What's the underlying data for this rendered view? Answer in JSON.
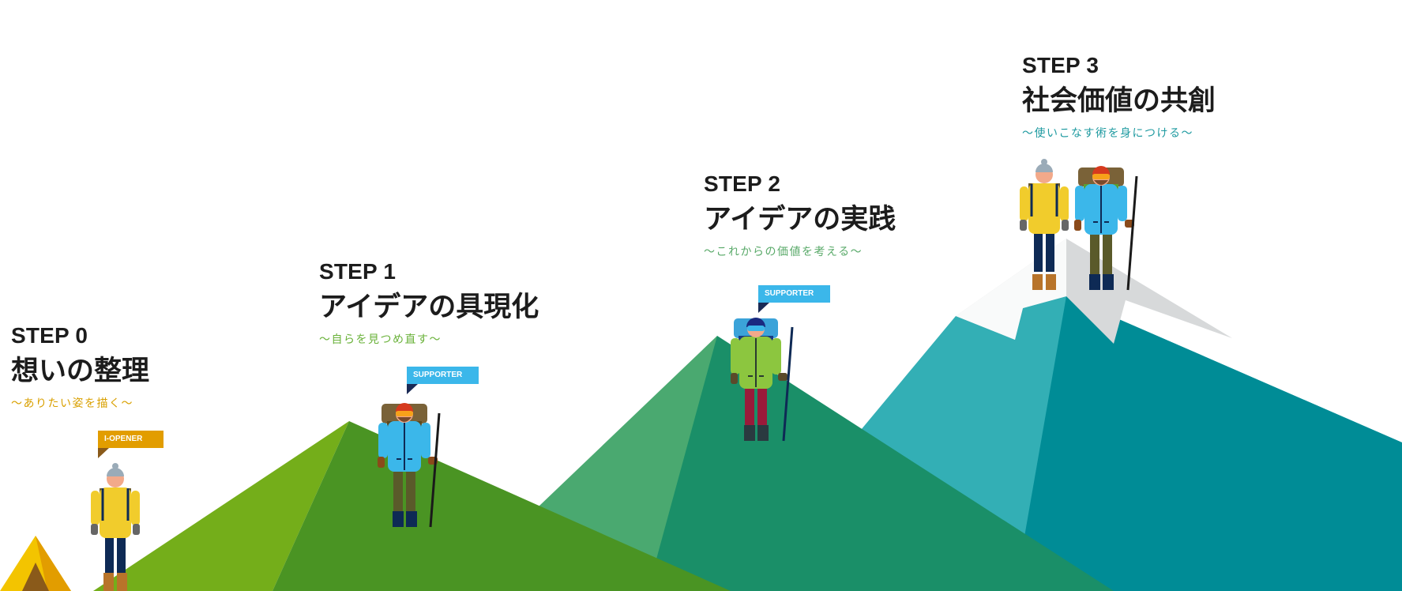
{
  "steps": [
    {
      "label": "STEP 0",
      "title": "想いの整理",
      "subtitle": "〜ありたい姿を描く〜",
      "subtitle_color": "#d9a000"
    },
    {
      "label": "STEP 1",
      "title": "アイデアの具現化",
      "subtitle": "〜自らを見つめ直す〜",
      "subtitle_color": "#6ab23a"
    },
    {
      "label": "STEP 2",
      "title": "アイデアの実践",
      "subtitle": "〜これからの価値を考える〜",
      "subtitle_color": "#5aaa6a"
    },
    {
      "label": "STEP 3",
      "title": "社会価値の共創",
      "subtitle": "〜使いこなす術を身につける〜",
      "subtitle_color": "#1e9aa0"
    }
  ],
  "flags": {
    "iopener": "I-OPENER",
    "supporter_1": "SUPPORTER",
    "supporter_2": "SUPPORTER"
  },
  "colors": {
    "iopener_flag": "#e29d00",
    "supporter_flag": "#3bb7ea",
    "mountain_lime": "#74ae1a",
    "mountain_green": "#4a9423",
    "mountain_jade": "#4aa970",
    "mountain_emerald": "#1a8f68",
    "mountain_aqua": "#33afb5",
    "mountain_teal": "#008c96",
    "snow": "#d7d9da",
    "tent": "#f3c400"
  },
  "icons": [
    "tent-icon",
    "hiker-figure"
  ]
}
